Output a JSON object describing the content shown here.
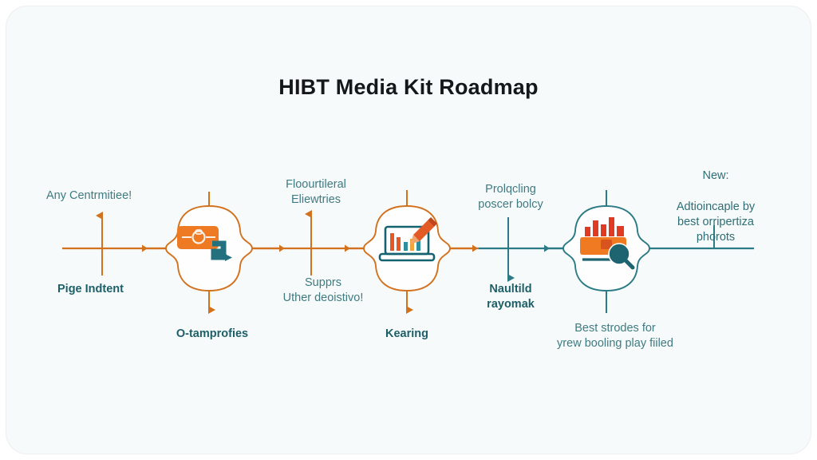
{
  "page": {
    "title": "HIBT Media Kit Roadmap",
    "background_color": "#f7fafb",
    "card_color": "#f7fafb",
    "title_color": "#15181a"
  },
  "palette": {
    "orange": "#e0761f",
    "orange_bright": "#f07d22",
    "orange_deep": "#d9531e",
    "teal": "#1d6470",
    "teal_line": "#2b7a85",
    "teal_text": "#2d6f76",
    "red": "#e03a25",
    "white": "#ffffff"
  },
  "flow": {
    "line_left_color": "#d2721f",
    "line_right_color": "#2b7a85",
    "color_switch_x": 600
  },
  "nodes": [
    {
      "id": "node-1",
      "icon_name": "lock-badge-and-arrow-icon",
      "outline_color": "#d2721f",
      "icon_primary": "#ee7a23",
      "icon_secondary": "#23707e",
      "labels": {
        "above": "Any Centrmitiee!",
        "below_left": "Pige Indtent",
        "under": "O-tamprofies"
      }
    },
    {
      "id": "node-2",
      "icon_name": "laptop-bar-chart-pencil-icon",
      "outline_color": "#d2721f",
      "icon_primary": "#e35a24",
      "icon_secondary": "#14626f",
      "labels": {
        "above": "Floourtileral\nEliewtries",
        "below_left": "Supprs\nUther deoistivo!",
        "under": "Kearing"
      }
    },
    {
      "id": "node-3",
      "icon_name": "chart-box-magnifier-icon",
      "outline_color": "#2b7a85",
      "icon_primary": "#ef7a22",
      "icon_secondary": "#1d6470",
      "icon_accent": "#e03a25",
      "labels": {
        "above": "Prolqcling\nposcer bolcy",
        "below_left": "Naultild\nrayomak",
        "under": "Best strodes for\nyrew booling play fiiled"
      }
    }
  ],
  "end_label": {
    "line1": "New:",
    "rest": "Adtioincaple by\nbest orripertiza\nphorots"
  },
  "icon_names": [
    "lock-badge-and-arrow-icon",
    "laptop-bar-chart-pencil-icon",
    "chart-box-magnifier-icon",
    "arrow-left-icon",
    "arrow-right-icon",
    "arrow-up-icon",
    "arrow-down-icon"
  ]
}
